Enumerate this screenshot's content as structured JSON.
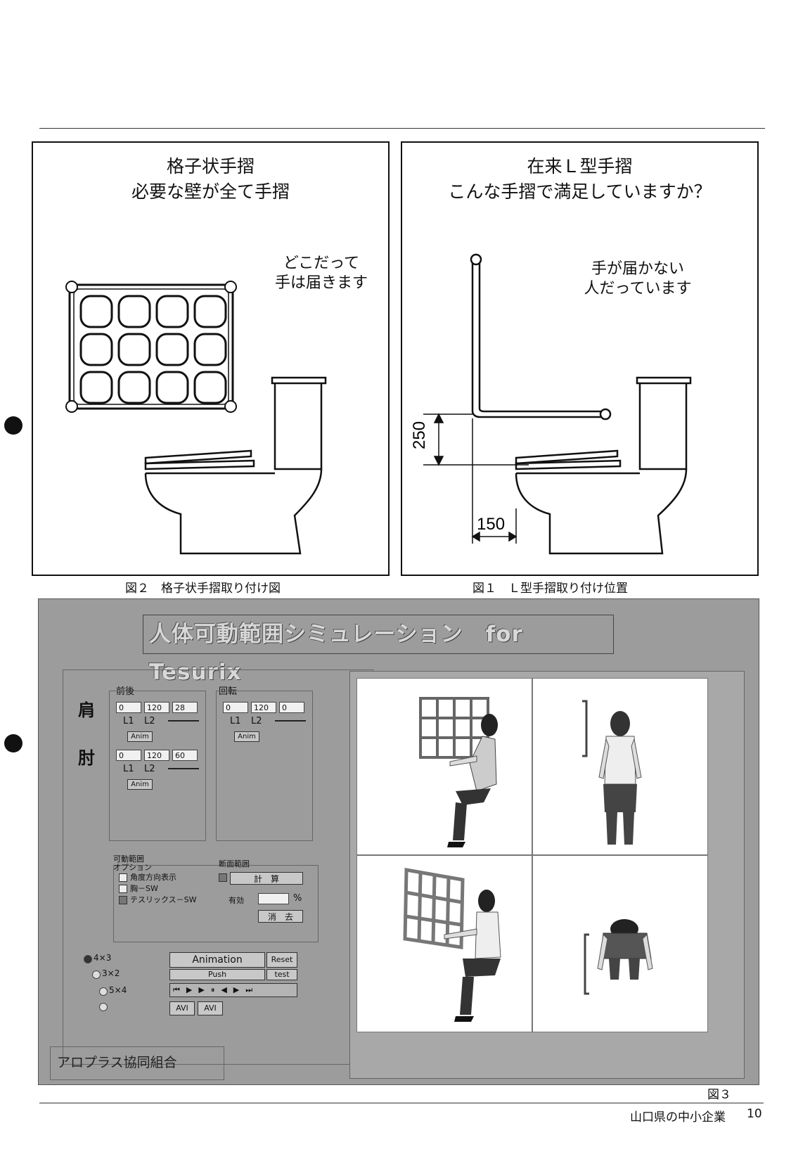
{
  "figure2": {
    "title_line1": "格子状手摺",
    "title_line2": "必要な壁が全て手摺",
    "note_line1": "どこだって",
    "note_line2": "手は届きます",
    "caption": "図２　格子状手摺取り付け図"
  },
  "figure1": {
    "title_line1": "在来Ｌ型手摺",
    "title_line2": "こんな手摺で満足していますか？",
    "note_line1": "手が届かない",
    "note_line2": "人だっています",
    "dim_vertical": "250",
    "dim_horizontal": "150",
    "caption": "図１　Ｌ型手摺取り付け位置"
  },
  "simulator": {
    "title": "人体可動範囲シミュレーション　for Tesurix",
    "front_back_label": "前後",
    "rotation_label": "回転",
    "shoulder_label": "肩",
    "elbow_label": "肘",
    "shoulder_fb": [
      "0",
      "120",
      "28"
    ],
    "elbow_fb": [
      "0",
      "120",
      "60"
    ],
    "shoulder_rot": [
      "0",
      "120",
      "0"
    ],
    "l1_label": "L1",
    "l2_label": "L2",
    "anim_label": "Anim",
    "range_option_label": "可動範囲\nオプション",
    "section_label": "断面範囲",
    "opt_angle": "角度方向表示",
    "opt_chest": "胸－SW",
    "opt_tesurix": "テスリックス－SW",
    "calc_button": "計　算",
    "effective_label": "有効",
    "percent_sign": "%",
    "erase_button": "消　去",
    "radio_options": [
      "4×3",
      "3×2",
      "5×4",
      ""
    ],
    "animation_button": "Animation",
    "reset_button": "Reset",
    "push_button": "Push",
    "test_button": "test",
    "avi1": "AVI",
    "avi2": "AVI",
    "company": "アロプラス協同組合"
  },
  "figure3_caption": "図３",
  "footer": {
    "publisher": "山口県の中小企業",
    "page_number": "10"
  }
}
